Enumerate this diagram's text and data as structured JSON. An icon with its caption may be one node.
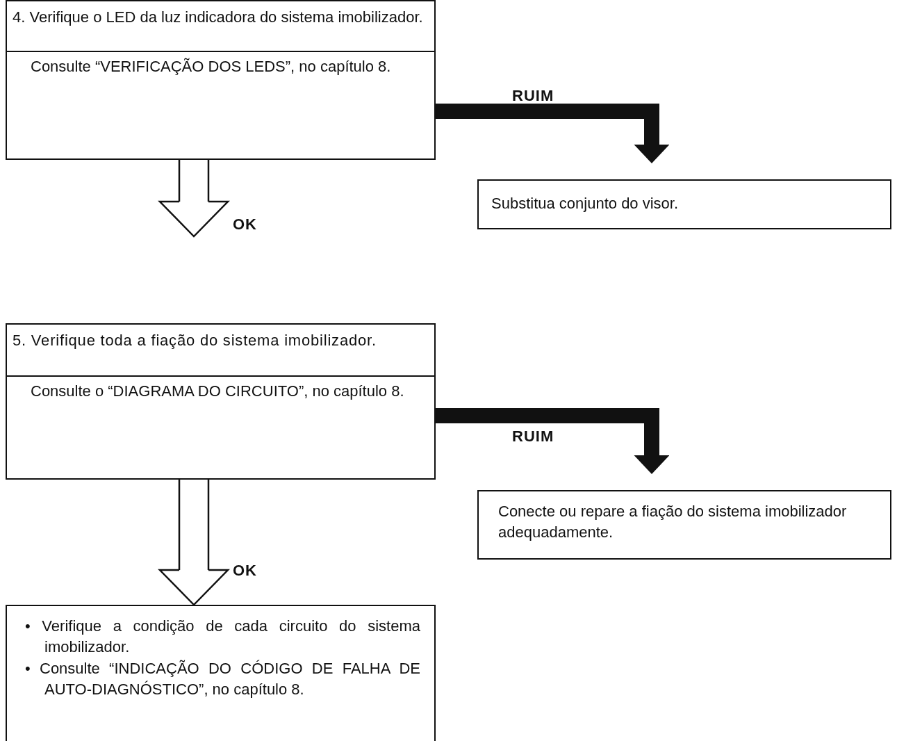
{
  "diagram": {
    "nodes": [
      {
        "text": [
          "4. Verifique o LED da luz indicadora do sistema imobilizador.",
          "Consulte “VERIFICAÇÃO DOS LEDS”, no capítulo 8."
        ]
      },
      {
        "text": [
          "Substitua conjunto do visor."
        ]
      },
      {
        "text": [
          "5. Verifique toda a fiação do sistema imobilizador.",
          "Consulte o “DIAGRAMA DO CIRCUITO”, no capítulo 8."
        ]
      },
      {
        "text": [
          "Conecte ou repare a fiação do sistema imobilizador adequadamente."
        ]
      },
      {
        "text": [
          "• Verifique a condição de cada circuito do sistema imobilizador.",
          "• Consulte “INDICAÇÃO DO CÓDIGO DE FALHA DE AUTO-DIAGNÓSTICO”, no capítulo 8."
        ]
      }
    ],
    "edges": [
      {
        "from": 0,
        "to": 1,
        "arrow": "to",
        "label": "RUIM",
        "style": "thick"
      },
      {
        "from": 0,
        "to": null,
        "arrow": "to",
        "label": "OK"
      },
      {
        "from": 2,
        "to": 3,
        "arrow": "to",
        "label": "RUIM",
        "style": "thick"
      },
      {
        "from": 2,
        "to": 4,
        "arrow": "to",
        "label": "OK"
      }
    ]
  }
}
